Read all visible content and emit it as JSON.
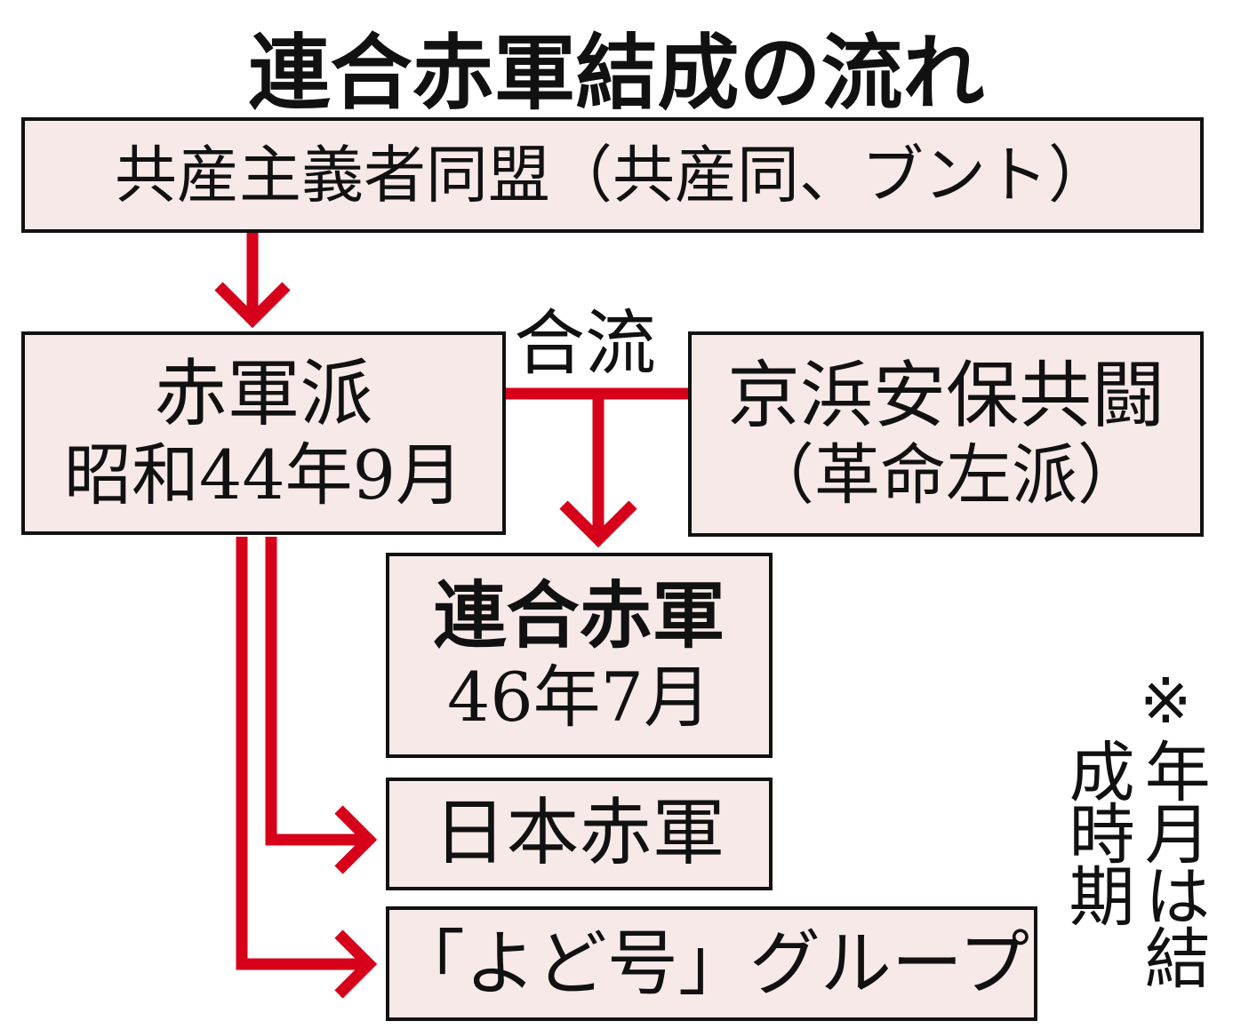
{
  "title": "連合赤軍結成の流れ",
  "colors": {
    "arrow": "#d7001a",
    "box_fill": "#f7e9e8"
  },
  "nodes": {
    "bund": "共産主義者同盟（共産同、ブント）",
    "sekigunha": {
      "name": "赤軍派",
      "date": "昭和44年9月"
    },
    "keihin": {
      "name": "京浜安保共闘",
      "sub": "（革命左派）"
    },
    "rengo": {
      "name": "連合赤軍",
      "date": "46年7月"
    },
    "nihon": "日本赤軍",
    "yodo": "「よど号」グループ"
  },
  "merge_label": "合流",
  "note": {
    "mark": "※",
    "text": "年月は結成時期"
  }
}
